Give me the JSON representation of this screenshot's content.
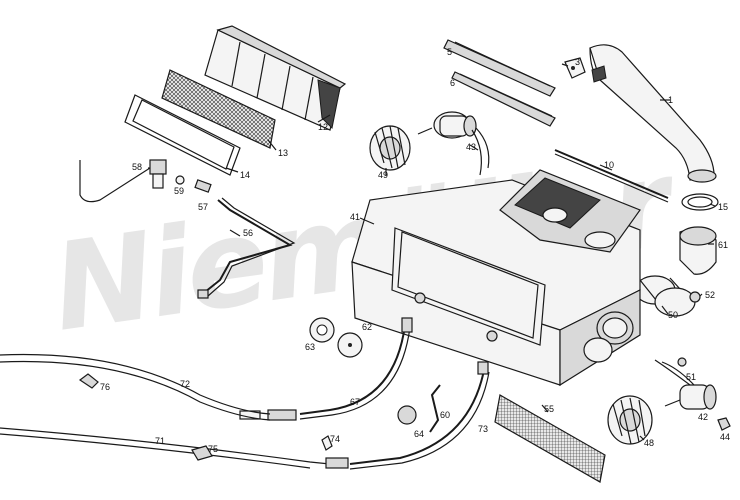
{
  "watermark": "Niemöller",
  "labels": [
    {
      "id": "1",
      "text": "1"
    },
    {
      "id": "3",
      "text": "3"
    },
    {
      "id": "5",
      "text": "5"
    },
    {
      "id": "6",
      "text": "6"
    },
    {
      "id": "10",
      "text": "10"
    },
    {
      "id": "12",
      "text": "12"
    },
    {
      "id": "13",
      "text": "13"
    },
    {
      "id": "14",
      "text": "14"
    },
    {
      "id": "15",
      "text": "15"
    },
    {
      "id": "41",
      "text": "41"
    },
    {
      "id": "42",
      "text": "42"
    },
    {
      "id": "43",
      "text": "43"
    },
    {
      "id": "44",
      "text": "44"
    },
    {
      "id": "48",
      "text": "48"
    },
    {
      "id": "49",
      "text": "49"
    },
    {
      "id": "50",
      "text": "50"
    },
    {
      "id": "51",
      "text": "51"
    },
    {
      "id": "52",
      "text": "52"
    },
    {
      "id": "55",
      "text": "55"
    },
    {
      "id": "56",
      "text": "56"
    },
    {
      "id": "57",
      "text": "57"
    },
    {
      "id": "58",
      "text": "58"
    },
    {
      "id": "59",
      "text": "59"
    },
    {
      "id": "60",
      "text": "60"
    },
    {
      "id": "61",
      "text": "61"
    },
    {
      "id": "62",
      "text": "62"
    },
    {
      "id": "63",
      "text": "63"
    },
    {
      "id": "64",
      "text": "64"
    },
    {
      "id": "67",
      "text": "67"
    },
    {
      "id": "71",
      "text": "71"
    },
    {
      "id": "72",
      "text": "72"
    },
    {
      "id": "73",
      "text": "73"
    },
    {
      "id": "74",
      "text": "74"
    },
    {
      "id": "75",
      "text": "75"
    },
    {
      "id": "76",
      "text": "76"
    }
  ]
}
